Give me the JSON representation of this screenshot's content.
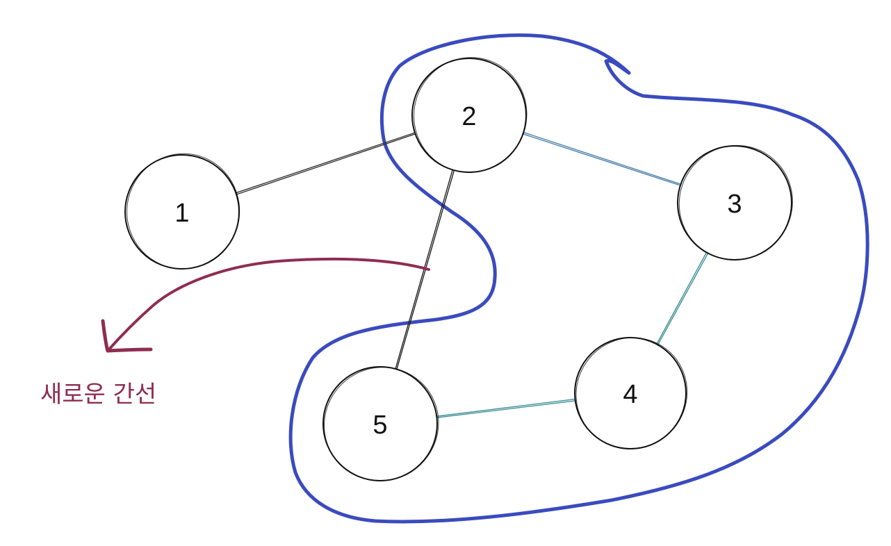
{
  "diagram": {
    "type": "graph",
    "nodes": [
      {
        "id": "1",
        "label": "1"
      },
      {
        "id": "2",
        "label": "2"
      },
      {
        "id": "3",
        "label": "3"
      },
      {
        "id": "4",
        "label": "4"
      },
      {
        "id": "5",
        "label": "5"
      }
    ],
    "edges": [
      {
        "from": "1",
        "to": "2",
        "color": "#333333"
      },
      {
        "from": "2",
        "to": "3",
        "color": "#4a7fa8"
      },
      {
        "from": "3",
        "to": "4",
        "color": "#3f8f96"
      },
      {
        "from": "4",
        "to": "5",
        "color": "#3f8f96"
      },
      {
        "from": "2",
        "to": "5",
        "color": "#222222"
      }
    ],
    "highlight_region": {
      "members": [
        "2",
        "3",
        "4",
        "5"
      ],
      "color": "#3a4bbf"
    },
    "annotation": {
      "text": "새로운 간선",
      "color": "#8e2d50",
      "points_to_edge": "2-5"
    }
  }
}
